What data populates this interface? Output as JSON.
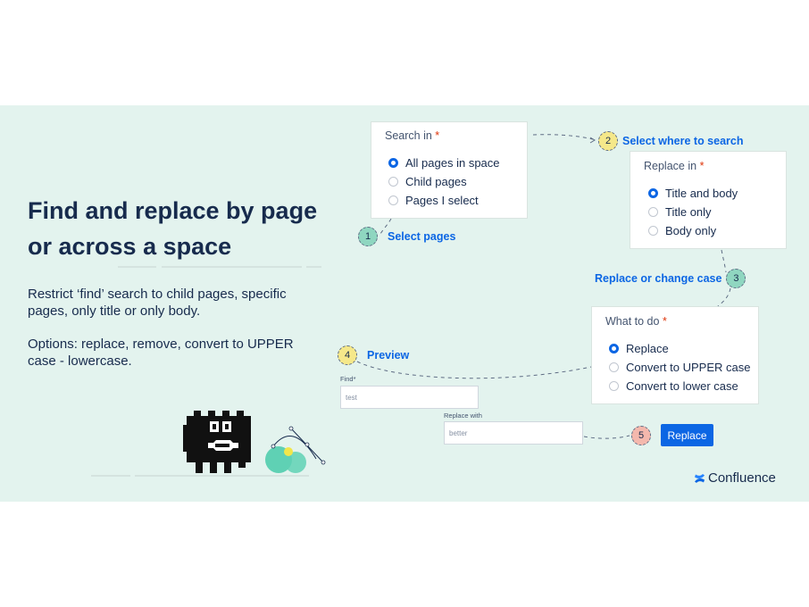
{
  "hero": {
    "title_line1": "Find and replace by page",
    "title_line2": "or across a space",
    "para1_line1": "Restrict ‘find’ search to child pages, specific",
    "para1_line2": "pages, only title or only body.",
    "para2_line1": "Options: replace, remove, convert to UPPER",
    "para2_line2": "case - lowercase."
  },
  "search_in": {
    "label": "Search in",
    "required_mark": "*",
    "options": [
      "All pages in space",
      "Child pages",
      "Pages I select"
    ],
    "selected": "All pages in space"
  },
  "replace_in": {
    "label": "Replace in",
    "required_mark": "*",
    "options": [
      "Title and body",
      "Title only",
      "Body only"
    ],
    "selected": "Title and body"
  },
  "what_to_do": {
    "label": "What to do",
    "required_mark": "*",
    "options": [
      "Replace",
      "Convert to UPPER case",
      "Convert to lower case"
    ],
    "selected": "Replace"
  },
  "steps": [
    {
      "num": "1",
      "label": "Select pages",
      "color": "#8fd6c0"
    },
    {
      "num": "2",
      "label": "Select where to search",
      "color": "#f5e88a"
    },
    {
      "num": "3",
      "label": "Replace or change case",
      "color": "#8fd6c0"
    },
    {
      "num": "4",
      "label": "Preview",
      "color": "#f5e88a"
    },
    {
      "num": "5",
      "label": "",
      "color": "#f4b8ad"
    }
  ],
  "preview": {
    "find_label": "Find*",
    "find_value": "test",
    "replace_label": "Replace with",
    "replace_value": "better",
    "button_label": "Replace"
  },
  "brand": {
    "name": "Confluence",
    "color": "#0c66e4"
  },
  "colors": {
    "accent": "#0c66e4",
    "background": "#e3f3ee",
    "heading": "#172b4d"
  }
}
